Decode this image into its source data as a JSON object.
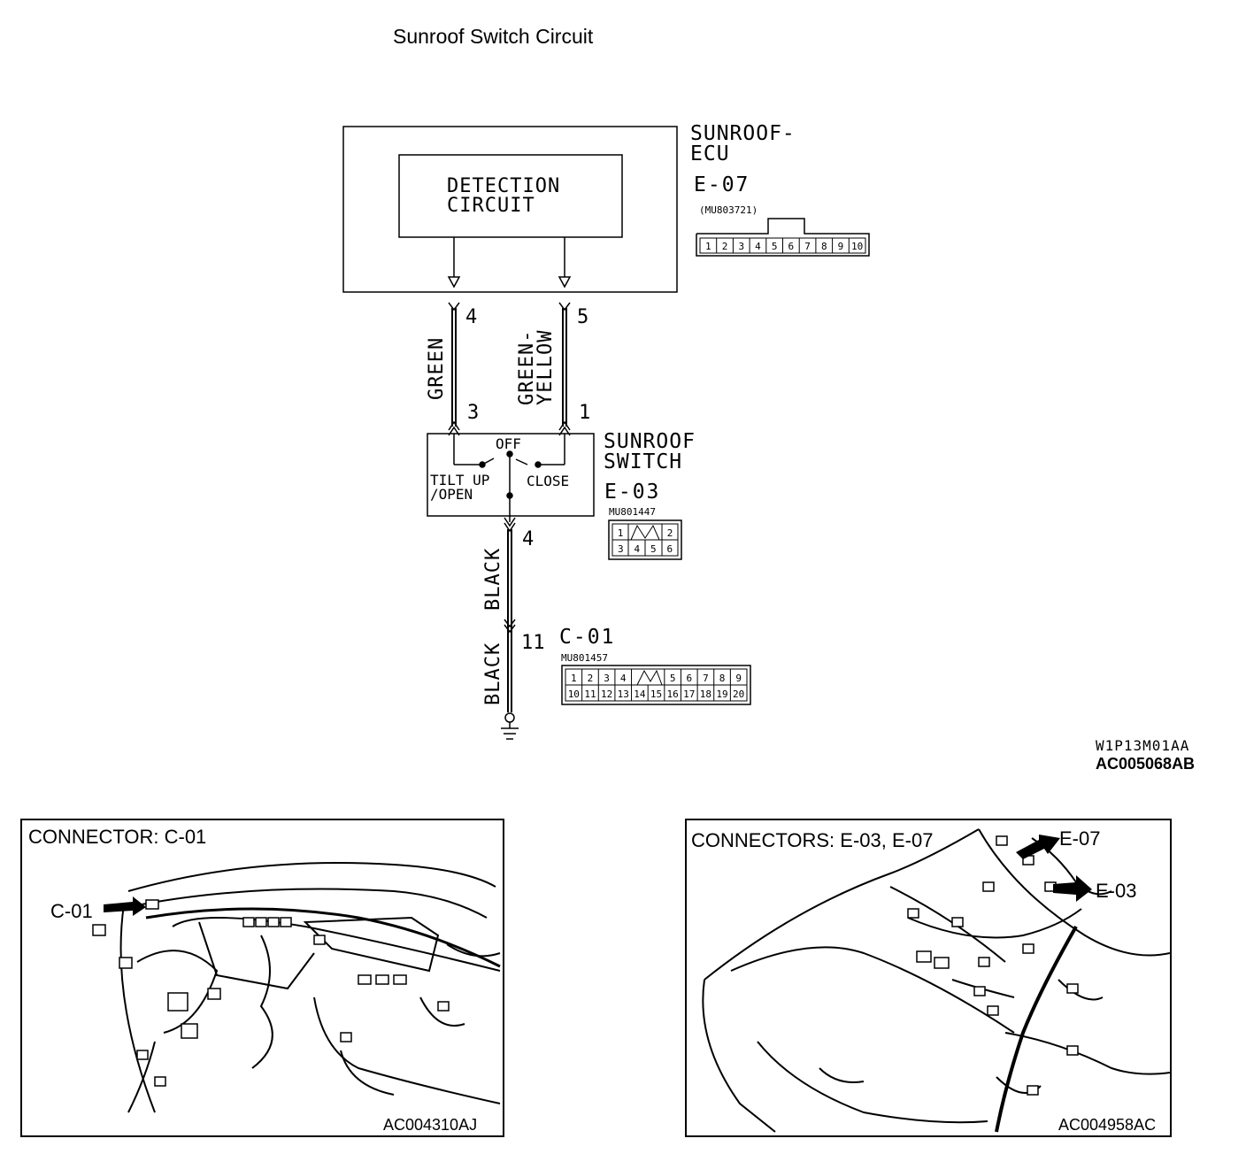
{
  "title": "Sunroof Switch Circuit",
  "ecu": {
    "name_line1": "SUNROOF-",
    "name_line2": "ECU",
    "connector": "E-07",
    "part_number": "(MU803721)",
    "pins": [
      "1",
      "2",
      "3",
      "4",
      "5",
      "6",
      "7",
      "8",
      "9",
      "10"
    ],
    "inner_block_line1": "DETECTION",
    "inner_block_line2": "CIRCUIT"
  },
  "wires": {
    "left_color": "GREEN",
    "right_color_line1": "GREEN-",
    "right_color_line2": "YELLOW",
    "ecu_pin_left": "4",
    "ecu_pin_right": "5",
    "switch_pin_left": "3",
    "switch_pin_right": "1",
    "ground_color_upper": "BLACK",
    "ground_color_lower": "BLACK",
    "switch_ground_pin": "4",
    "c01_pin": "11"
  },
  "switch": {
    "name_line1": "SUNROOF",
    "name_line2": "SWITCH",
    "connector": "E-03",
    "part_number": "MU801447",
    "pos_off": "OFF",
    "pos_tilt_line1": "TILT UP",
    "pos_tilt_line2": "/OPEN",
    "pos_close": "CLOSE",
    "pins_top": [
      "1",
      "",
      "2"
    ],
    "pins_bottom": [
      "3",
      "4",
      "5",
      "6"
    ]
  },
  "c01": {
    "connector": "C-01",
    "part_number": "MU801457",
    "pins_top": [
      "1",
      "2",
      "3",
      "4",
      "",
      "5",
      "6",
      "7",
      "8",
      "9"
    ],
    "pins_bottom": [
      "10",
      "11",
      "12",
      "13",
      "14",
      "15",
      "16",
      "17",
      "18",
      "19",
      "20"
    ]
  },
  "codes": {
    "diagram_code1": "W1P13M01AA",
    "diagram_code2": "AC005068AB"
  },
  "panel_left": {
    "title": "CONNECTOR: C-01",
    "callout": "C-01",
    "code": "AC004310AJ"
  },
  "panel_right": {
    "title": "CONNECTORS: E-03, E-07",
    "callout_e07": "E-07",
    "callout_e03": "E-03",
    "code": "AC004958AC"
  }
}
